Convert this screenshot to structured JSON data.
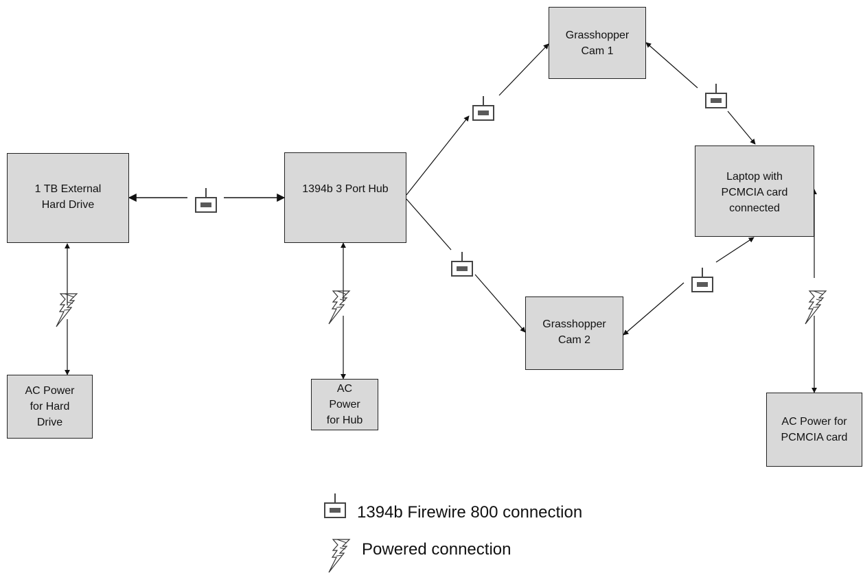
{
  "nodes": {
    "hard_drive": "1 TB External\nHard Drive",
    "hub": "1394b 3 Port Hub",
    "cam1": "Grasshopper\nCam 1",
    "laptop": "Laptop with\nPCMCIA card\nconnected",
    "cam2": "Grasshopper\nCam 2",
    "ac_hard_drive": "AC Power\nfor Hard\nDrive",
    "ac_hub": "AC\nPower\nfor Hub",
    "ac_pcmcia": "AC Power for\nPCMCIA card"
  },
  "edges": [
    {
      "from": "hub",
      "to": "hard_drive",
      "type": "firewire"
    },
    {
      "from": "hub",
      "to": "cam1",
      "type": "firewire"
    },
    {
      "from": "hub",
      "to": "cam2",
      "type": "firewire"
    },
    {
      "from": "laptop",
      "to": "cam1",
      "type": "firewire"
    },
    {
      "from": "laptop",
      "to": "cam2",
      "type": "firewire"
    },
    {
      "from": "ac_hard_drive",
      "to": "hard_drive",
      "type": "power"
    },
    {
      "from": "ac_hub",
      "to": "hub",
      "type": "power"
    },
    {
      "from": "ac_pcmcia",
      "to": "laptop",
      "type": "power"
    }
  ],
  "legend": {
    "firewire_label": "1394b Firewire 800 connection",
    "power_label": "Powered connection",
    "firewire_icon": "firewire-port-icon",
    "power_icon": "lightning-bolt-icon"
  },
  "colors": {
    "box_fill": "#d9d9d9",
    "stroke": "#222222",
    "port_fill": "#5a5a5a"
  }
}
